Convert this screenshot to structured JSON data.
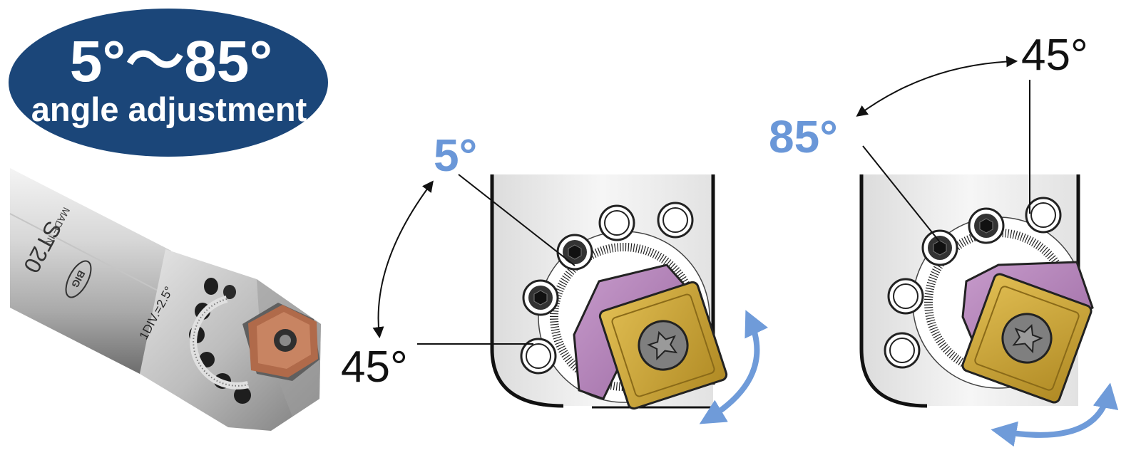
{
  "badge": {
    "range_text": "5°～85°",
    "subtitle": "angle adjustment"
  },
  "tool": {
    "scale_text": "1DIV.=2.5°",
    "body_marking": "ST20",
    "made_in": "MADE IN",
    "brand": "BIG"
  },
  "diagram_left": {
    "insert_angle": "5°",
    "reference_angle": "45°"
  },
  "diagram_right": {
    "insert_angle": "85°",
    "reference_angle": "45°"
  },
  "colors": {
    "badge_fill": "#1b4679",
    "accent_angle": "#6a97d8",
    "arrow_blue": "#6f9bd9",
    "shim_purple": "#b583b9",
    "insert_gold": "#c9a335",
    "insert_copper": "#b06a4a"
  }
}
